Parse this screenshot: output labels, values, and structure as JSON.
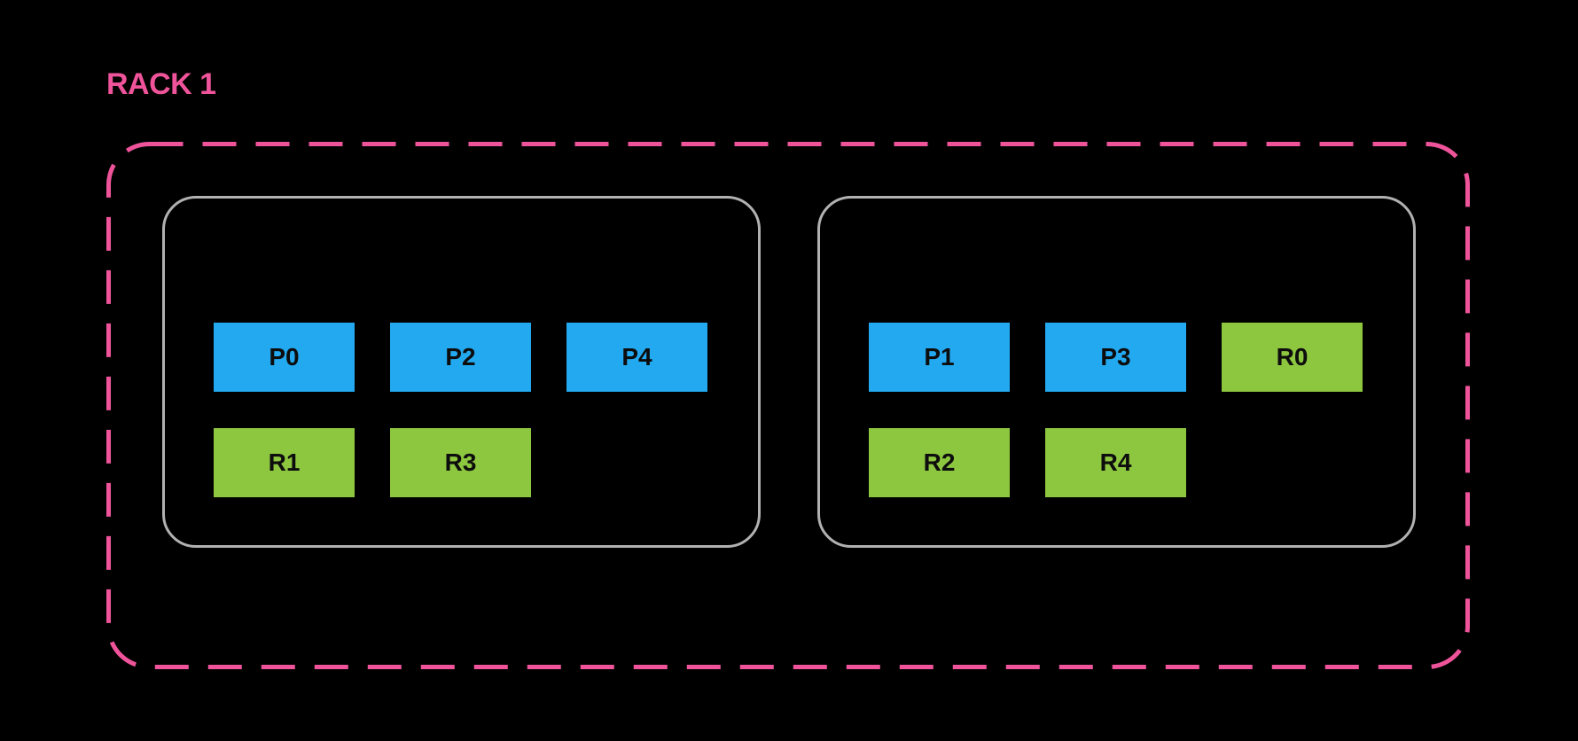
{
  "colors": {
    "background": "#000000",
    "accent_pink": "#ef549b",
    "node_border": "#b1b1b1",
    "primary_blue": "#22a9f0",
    "replica_green": "#8dc63f",
    "slot_text": "#0d0d0d"
  },
  "rack": {
    "label": "RACK 1",
    "nodes": [
      {
        "rows": [
          [
            {
              "label": "P0",
              "type": "primary"
            },
            {
              "label": "P2",
              "type": "primary"
            },
            {
              "label": "P4",
              "type": "primary"
            }
          ],
          [
            {
              "label": "R1",
              "type": "replica"
            },
            {
              "label": "R3",
              "type": "replica"
            }
          ]
        ]
      },
      {
        "rows": [
          [
            {
              "label": "P1",
              "type": "primary"
            },
            {
              "label": "P3",
              "type": "primary"
            },
            {
              "label": "R0",
              "type": "replica"
            }
          ],
          [
            {
              "label": "R2",
              "type": "replica"
            },
            {
              "label": "R4",
              "type": "replica"
            }
          ]
        ]
      }
    ]
  }
}
